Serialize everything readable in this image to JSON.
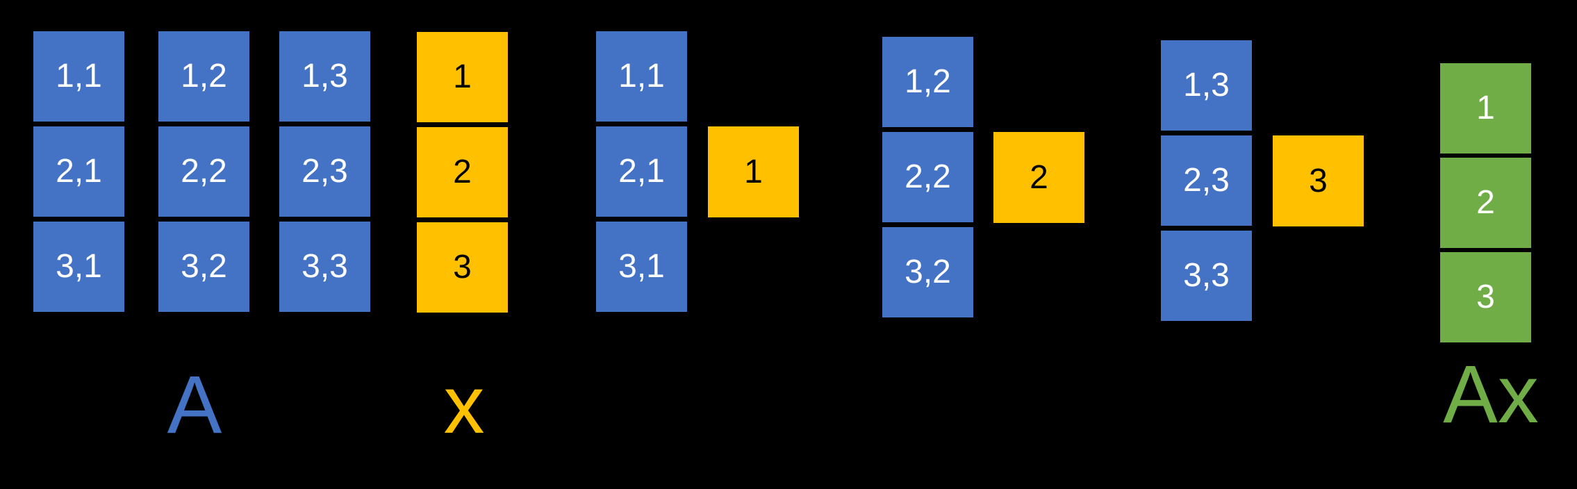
{
  "colors": {
    "matrix_blue": "#4472C4",
    "vector_yellow": "#FFC000",
    "result_green": "#70AD47",
    "text_on_blue": "#FFFFFF",
    "text_on_yellow": "#000000",
    "text_on_green": "#FFFFFF",
    "background": "#000000"
  },
  "matrix_a": {
    "label": "A",
    "columns": [
      [
        "1,1",
        "2,1",
        "3,1"
      ],
      [
        "1,2",
        "2,2",
        "3,2"
      ],
      [
        "1,3",
        "2,3",
        "3,3"
      ]
    ]
  },
  "vector_x": {
    "label": "x",
    "values": [
      "1",
      "2",
      "3"
    ]
  },
  "products": [
    {
      "column": [
        "1,1",
        "2,1",
        "3,1"
      ],
      "scalar": "1"
    },
    {
      "column": [
        "1,2",
        "2,2",
        "3,2"
      ],
      "scalar": "2"
    },
    {
      "column": [
        "1,3",
        "2,3",
        "3,3"
      ],
      "scalar": "3"
    }
  ],
  "result": {
    "label": "Ax",
    "values": [
      "1",
      "2",
      "3"
    ]
  }
}
